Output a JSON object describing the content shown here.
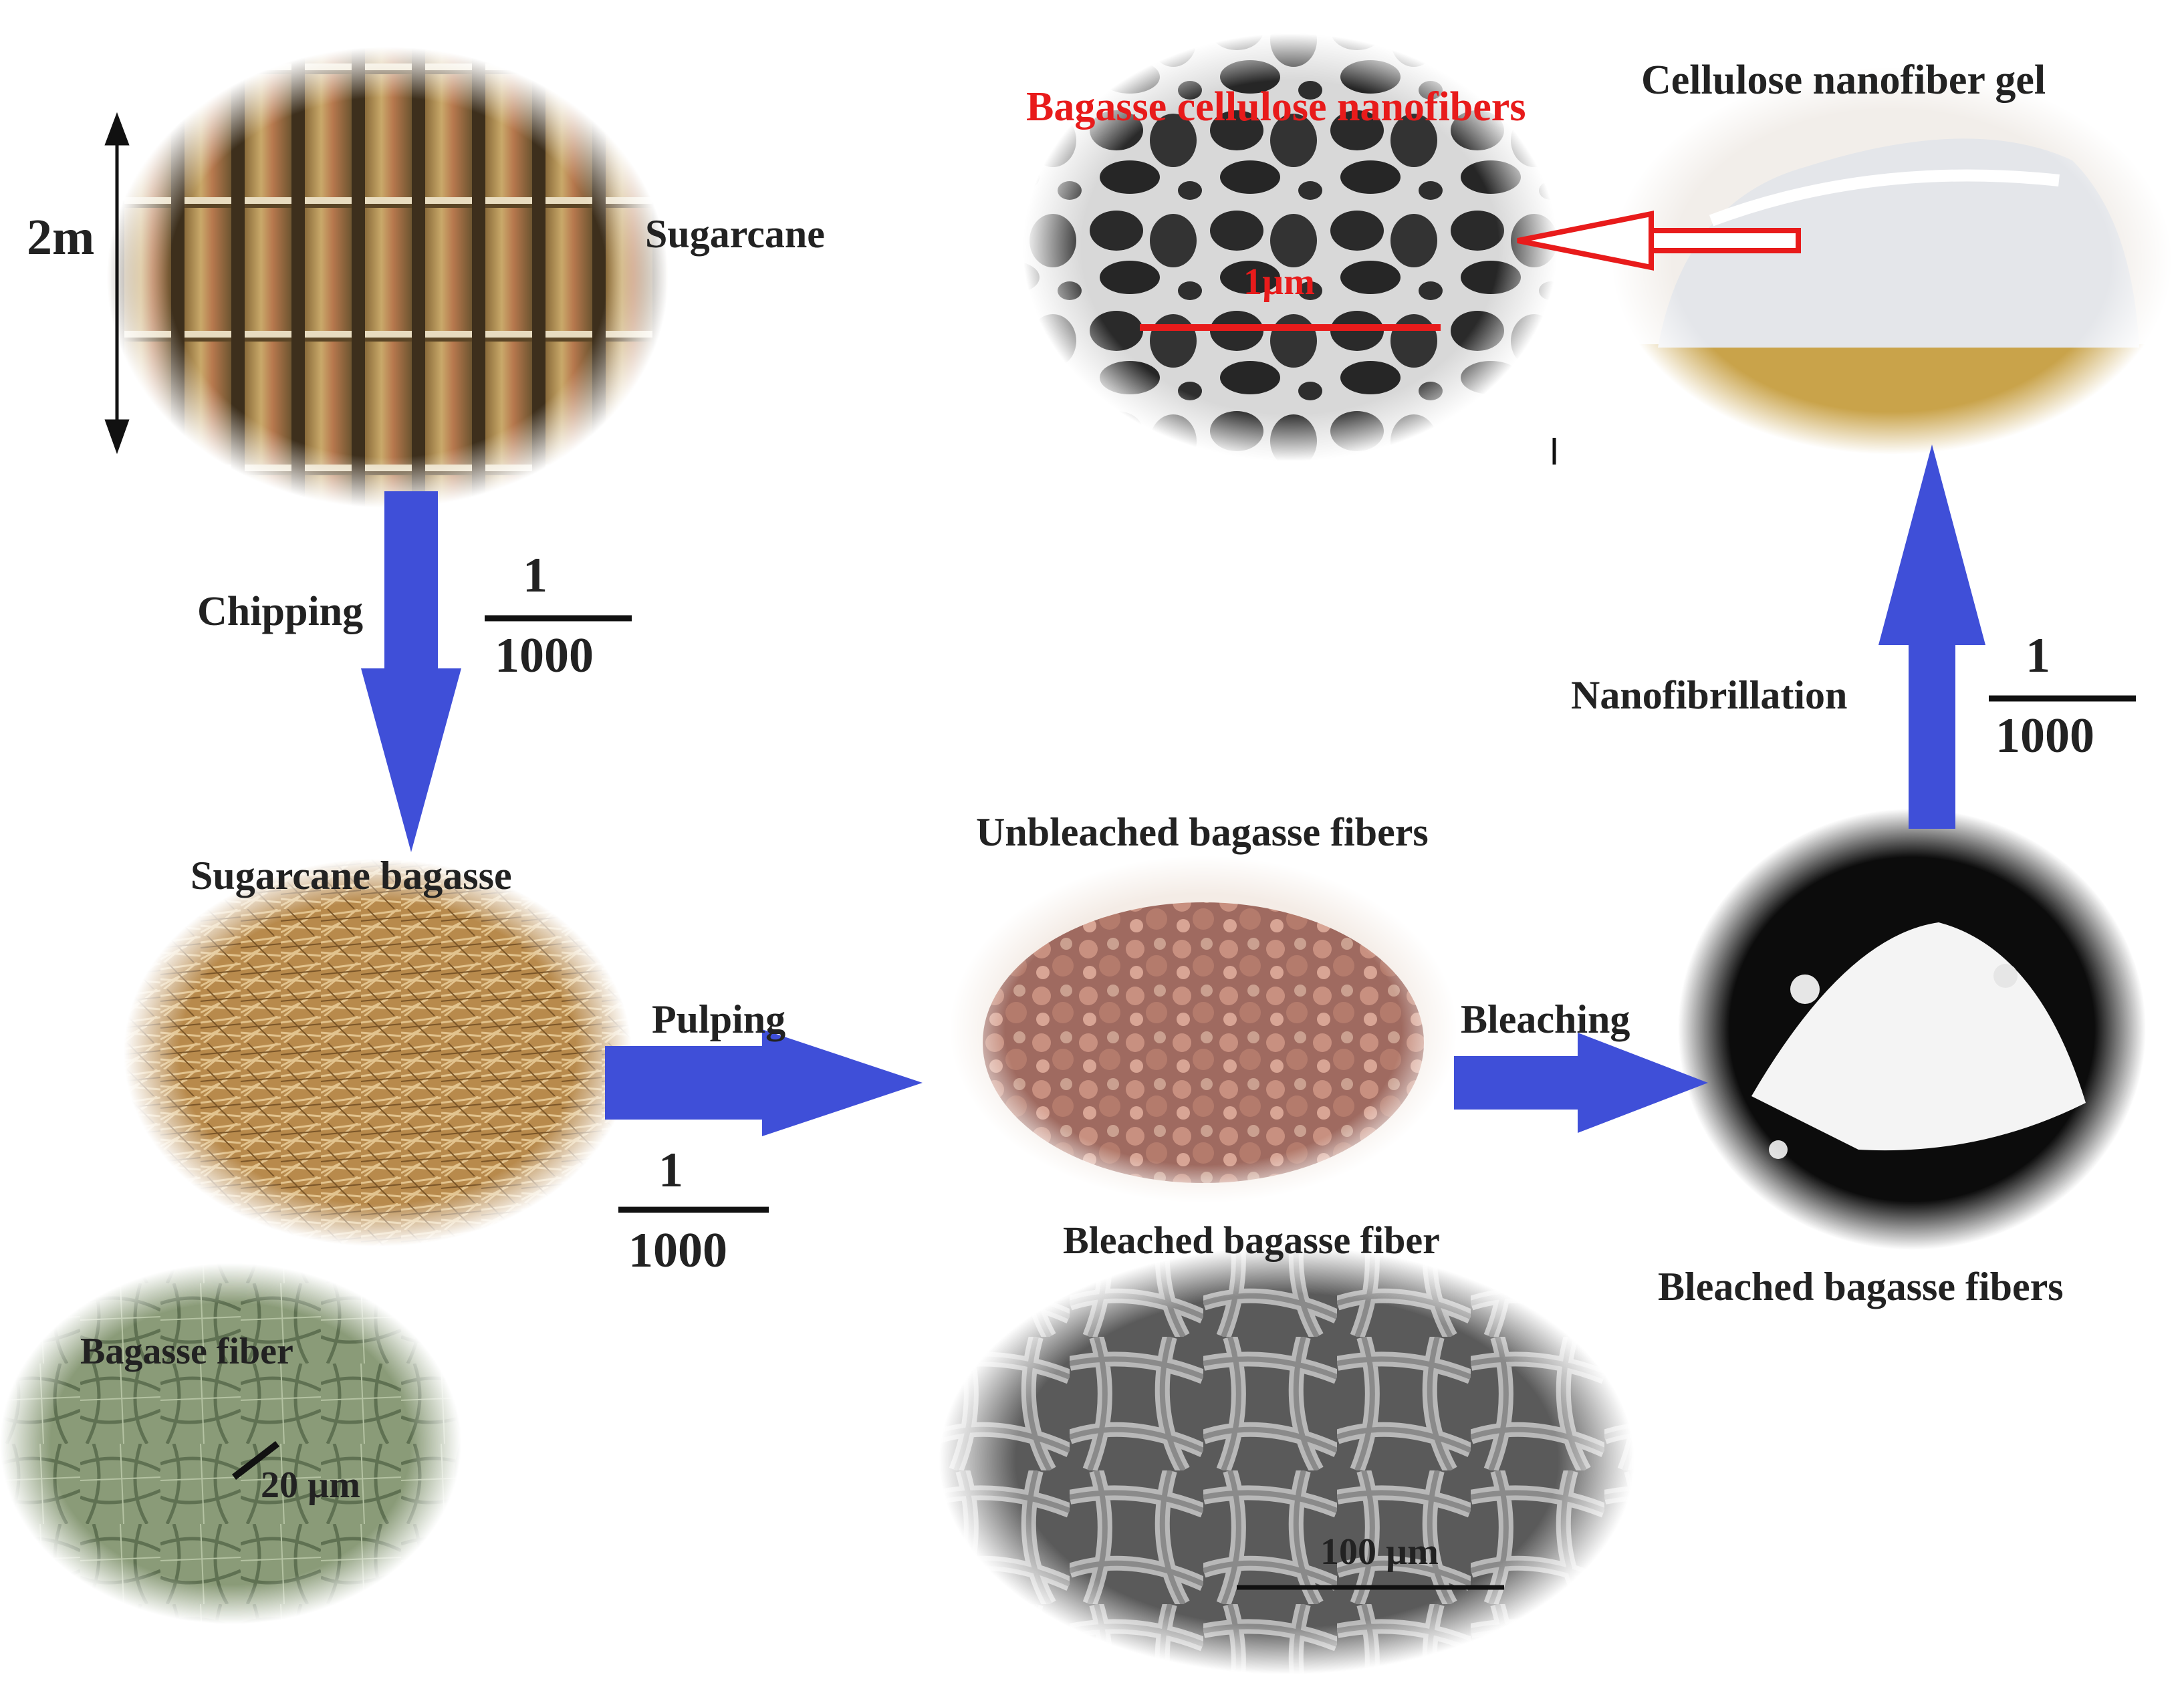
{
  "colors": {
    "arrow": "#3f4fd8",
    "scale_red": "#e81b1b",
    "label_red": "#e81b1b",
    "text": "#222222"
  },
  "nodes": {
    "sugarcane": {
      "label": "Sugarcane",
      "height_label": "2m"
    },
    "sugarcane_bagasse": {
      "label": "Sugarcane bagasse"
    },
    "bagasse_fiber": {
      "label": "Bagasse fiber",
      "scale": "20 µm"
    },
    "unbleached": {
      "label": "Unbleached bagasse fibers"
    },
    "bleached_sem": {
      "label": "Bleached bagasse fiber",
      "scale": "100 µm"
    },
    "bleached": {
      "label": "Bleached bagasse fibers"
    },
    "gel": {
      "label": "Cellulose nanofiber gel"
    },
    "nanofibers": {
      "label": "Bagasse cellulose nanofibers",
      "scale": "1µm"
    }
  },
  "steps": {
    "chipping": {
      "label": "Chipping",
      "ratio_num": "1",
      "ratio_den": "1000"
    },
    "pulping": {
      "label": "Pulping",
      "ratio_num": "1",
      "ratio_den": "1000"
    },
    "bleaching": {
      "label": "Bleaching"
    },
    "nanofibrillation": {
      "label": "Nanofibrillation",
      "ratio_num": "1",
      "ratio_den": "1000"
    }
  }
}
